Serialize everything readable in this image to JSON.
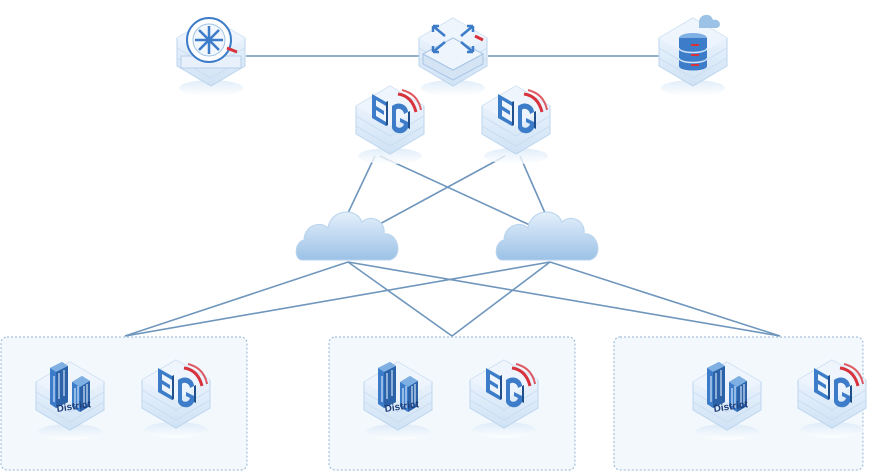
{
  "diagram": {
    "top_row": [
      {
        "id": "wan-router",
        "icon": "wan-router-icon"
      },
      {
        "id": "core-switch",
        "icon": "switch-icon"
      },
      {
        "id": "cloud-database",
        "icon": "cloud-database-icon"
      }
    ],
    "aggregation": [
      {
        "id": "eg-left",
        "icon": "eg-gateway-icon",
        "text": "EG"
      },
      {
        "id": "eg-right",
        "icon": "eg-gateway-icon",
        "text": "EG"
      }
    ],
    "clouds": [
      {
        "id": "cloud-left",
        "icon": "cloud-icon"
      },
      {
        "id": "cloud-right",
        "icon": "cloud-icon"
      }
    ],
    "sites": [
      {
        "id": "site-1",
        "district_label": "District",
        "eg_label": "EG"
      },
      {
        "id": "site-2",
        "district_label": "District",
        "eg_label": "EG"
      },
      {
        "id": "site-3",
        "district_label": "District",
        "eg_label": "EG"
      }
    ],
    "colors": {
      "line": "#6f96bd",
      "box_border": "#8fb3d6",
      "box_fill": "#f3f8fd",
      "icon_blue": "#3d7cc9",
      "icon_light": "#dceaf8",
      "accent_red": "#d8323c",
      "cloud_top": "#e2eefb",
      "cloud_bottom": "#9ec3e6"
    }
  }
}
